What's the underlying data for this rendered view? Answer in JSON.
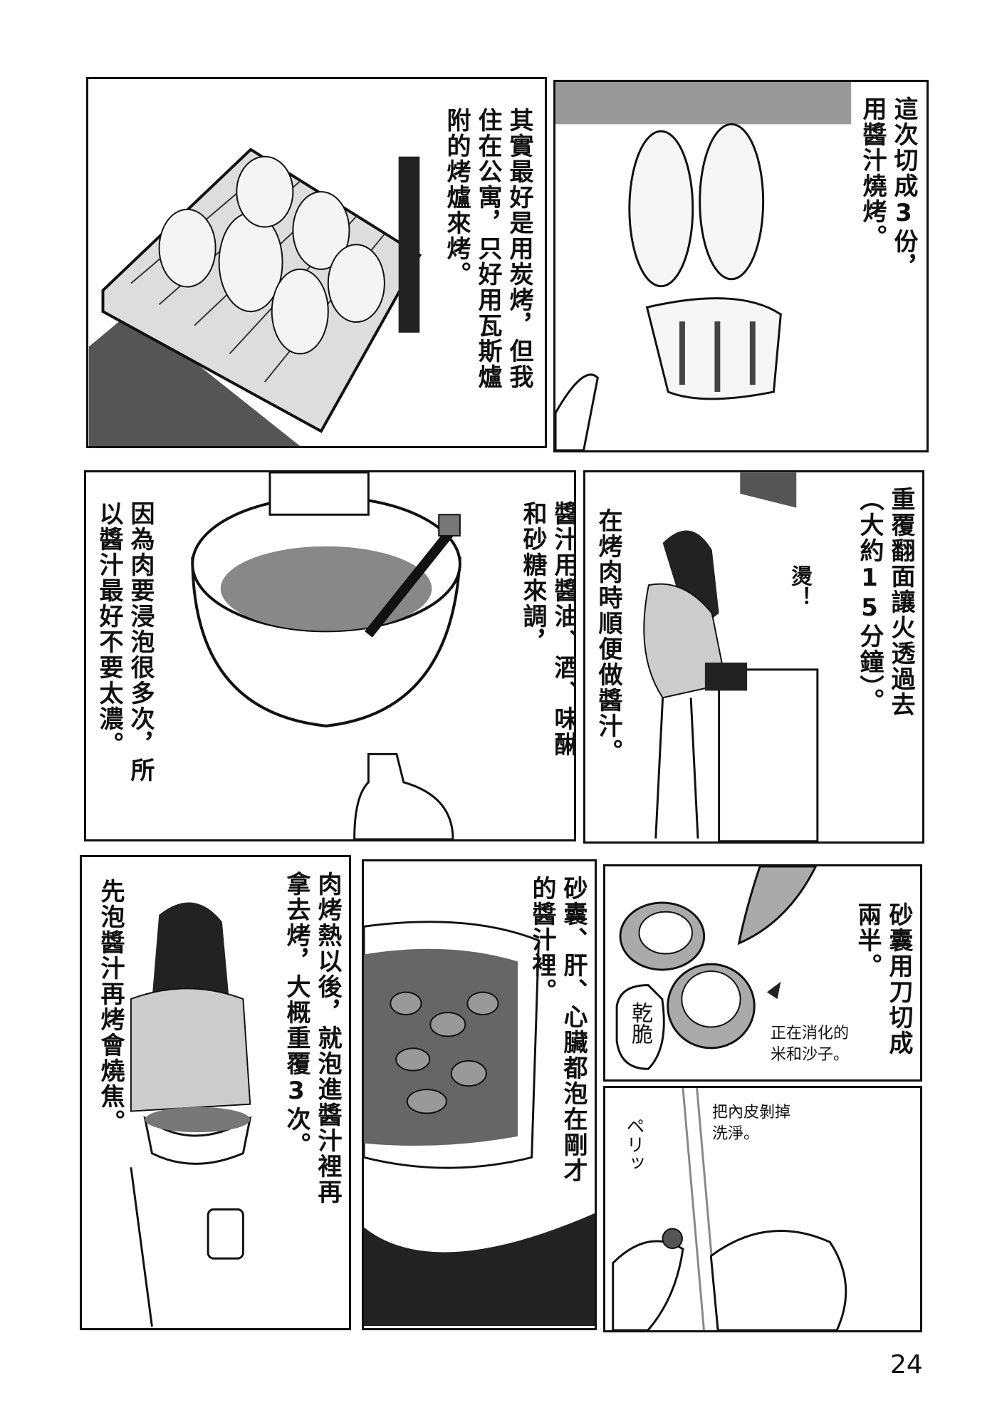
{
  "page_number": "24",
  "panels": [
    {
      "id": 1,
      "narration": [
        "其實最好是用炭烤，但我",
        "住在公寓，只好用瓦斯爐",
        "附的烤爐來烤。"
      ]
    },
    {
      "id": 2,
      "narration": [
        "這次切成3份，",
        "用醬汁燒烤。"
      ]
    },
    {
      "id": 3,
      "narration_a": [
        "醬汁用醬油、酒、味醂",
        "和砂糖來調，"
      ],
      "narration_b": [
        "因為肉要浸泡很多次，所",
        "以醬汁最好不要太濃。"
      ]
    },
    {
      "id": 4,
      "narration_a": [
        "重覆翻面讓火透過去",
        "（大約15分鐘）。"
      ],
      "narration_b": [
        "在烤肉時順便做醬汁。"
      ],
      "exclamation": "燙！"
    },
    {
      "id": 5,
      "narration_a": [
        "肉烤熱以後，就泡進醬汁裡再",
        "拿去烤，大概重覆3次。"
      ],
      "narration_b": [
        "先泡醬汁再烤會燒焦。"
      ]
    },
    {
      "id": 6,
      "narration": [
        "砂囊、肝、心臟都泡在剛才",
        "的醬汁裡。"
      ]
    },
    {
      "id": 7,
      "narration": [
        "砂囊用刀切成兩半。"
      ],
      "speech": "乾脆",
      "note": [
        "正在消化的",
        "米和沙子。"
      ]
    },
    {
      "id": 8,
      "note": [
        "把內皮剝掉",
        "洗淨。"
      ],
      "sfx": "ペリッ"
    }
  ]
}
